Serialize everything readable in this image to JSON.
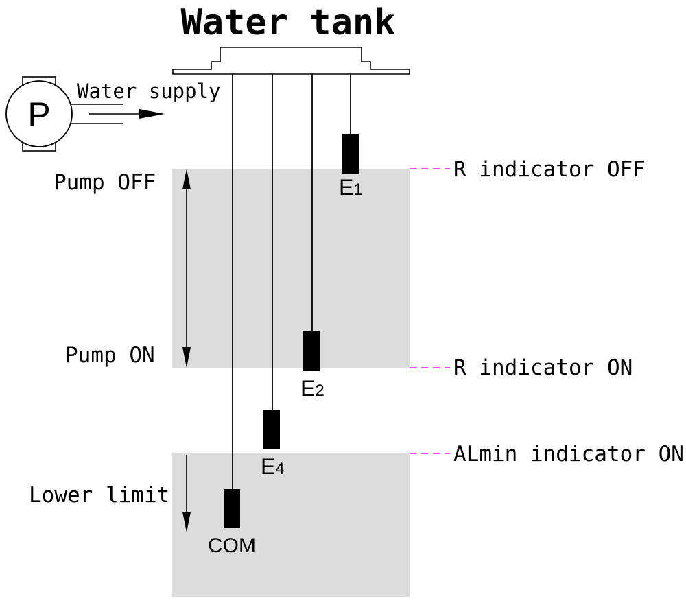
{
  "title": "Water tank",
  "pump": {
    "symbol": "P",
    "supply_label": "Water supply"
  },
  "levels": {
    "pump_off": "Pump OFF",
    "pump_on": "Pump ON",
    "lower_limit": "Lower limit"
  },
  "indicators": {
    "r_off": "R indicator OFF",
    "r_on": "R indicator ON",
    "almin_on": "ALmin indicator ON"
  },
  "electrodes": {
    "e1": {
      "letter": "E",
      "number": "1"
    },
    "e2": {
      "letter": "E",
      "number": "2"
    },
    "e4": {
      "letter": "E",
      "number": "4"
    },
    "com": "COM"
  },
  "colors": {
    "band": "#dcdcdc",
    "ink": "#000000",
    "indicator_dash": "#ff00ff"
  }
}
